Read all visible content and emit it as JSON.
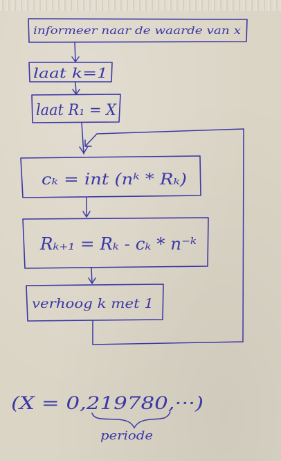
{
  "flowchart": {
    "steps": [
      {
        "text": "informeer naar de waarde van x"
      },
      {
        "text": "laat k=1"
      },
      {
        "text": "laat R₁ = X"
      },
      {
        "text": "cₖ = int (nᵏ * Rₖ)"
      },
      {
        "text": "Rₖ₊₁ = Rₖ - cₖ * n⁻ᵏ"
      },
      {
        "text": "verhoog k met 1"
      }
    ],
    "note": {
      "expression": "(X = 0,219780,···)",
      "brace_label": "periode"
    }
  },
  "colors": {
    "ink": "#3b37a6",
    "paper": "#dbd5c6"
  }
}
